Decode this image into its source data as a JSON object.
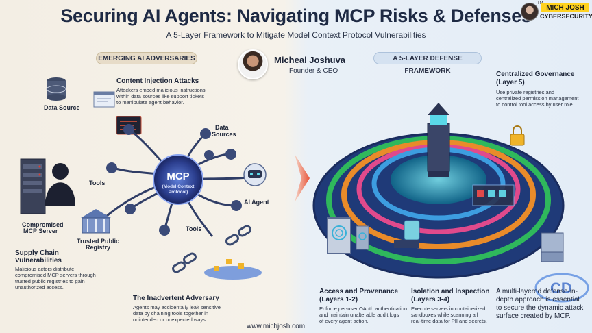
{
  "header": {
    "title": "Securing AI Agents: Navigating MCP Risks & Defenses",
    "subtitle": "A 5-Layer Framework to Mitigate Model Context Protocol Vulnerabilities"
  },
  "logo": {
    "tm": "TM",
    "name": "MICH JOSH",
    "sub": "CYBERSECURITY"
  },
  "author": {
    "name": "Micheal Joshuva",
    "role": "Founder & CEO"
  },
  "left": {
    "section_label": "EMERGING AI ADVERSARIES",
    "data_source": "Data Source",
    "content_injection": {
      "title": "Content Injection Attacks",
      "desc_l1": "Attackers embed malicious instructions",
      "desc_l2": "within data sources like support tickets",
      "desc_l3": "to manipulate agent behavior."
    },
    "data_sources_l1": "Data",
    "data_sources_l2": "Sources",
    "tools_1": "Tools",
    "tools_2": "Tools",
    "mcp": {
      "title": "MCP",
      "sub_l1": "(Model Context",
      "sub_l2": "Protocol)"
    },
    "ai_agent": "AI Agent",
    "compromised_l1": "Compromised",
    "compromised_l2": "MCP Server",
    "trusted_l1": "Trusted Public",
    "trusted_l2": "Registry",
    "supply_chain": {
      "title_l1": "Supply Chain",
      "title_l2": "Vulnerabilities",
      "desc_l1": "Malicious actors distribute",
      "desc_l2": "compromised MCP servers through",
      "desc_l3": "trusted public registries to gain",
      "desc_l4": "unauthorized access."
    },
    "inadvertent": {
      "title": "The Inadvertent Adversary",
      "desc_l1": "Agents may accidentally leak sensitive",
      "desc_l2": "data by chaining tools together in",
      "desc_l3": "unintended or unexpected ways."
    }
  },
  "right": {
    "section_label": "A 5-LAYER DEFENSE FRAMEWORK",
    "governance": {
      "title_l1": "Centralized Governance",
      "title_l2": "(Layer 5)",
      "desc_l1": "Use private registries and",
      "desc_l2": "centralized permission management",
      "desc_l3": "to control tool access by user role."
    },
    "access": {
      "title_l1": "Access and Provenance",
      "title_l2": "(Layers 1-2)",
      "desc_l1": "Enforce per-user OAuth authentication",
      "desc_l2": "and maintain unalterable audit logs",
      "desc_l3": "of every agent action."
    },
    "isolation": {
      "title_l1": "Isolation and Inspection",
      "title_l2": "(Layers 3-4)",
      "desc_l1": "Execute servers in containerized",
      "desc_l2": "sandboxes while scanning all",
      "desc_l3": "real-time data for PII and secrets."
    },
    "summary_l1": "A multi-layered defense-in-",
    "summary_l2": "depth approach is essential",
    "summary_l3": "to secure the dynamic attack",
    "summary_l4": "surface created by MCP."
  },
  "footer": {
    "url": "www.michjosh.com"
  }
}
